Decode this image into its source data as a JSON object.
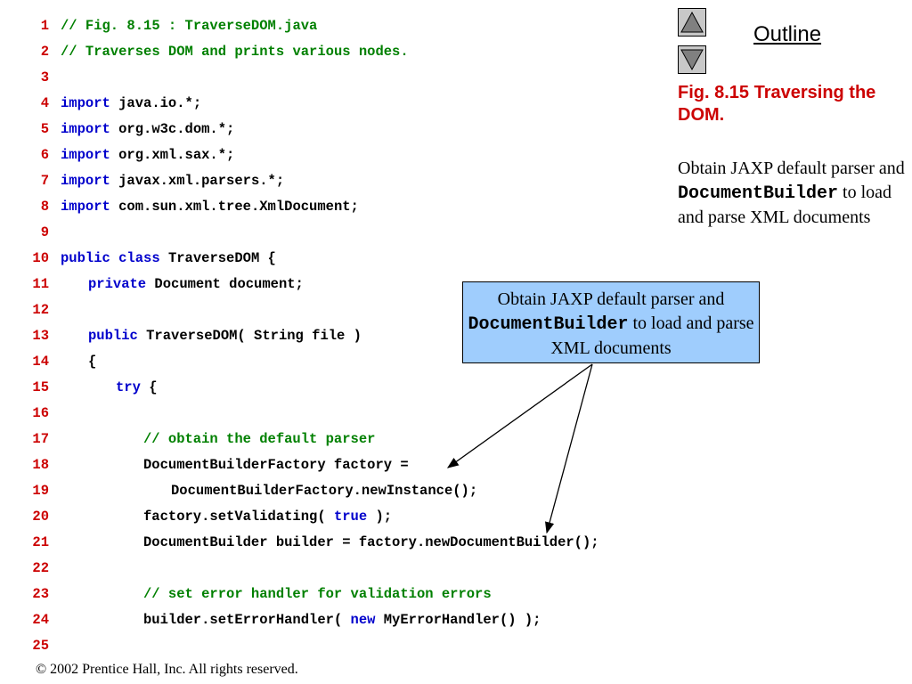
{
  "code_lines": [
    {
      "n": "1",
      "indent": 0,
      "parts": [
        {
          "t": "// Fig. 8.15 : TraverseDOM.java",
          "c": "cm"
        }
      ]
    },
    {
      "n": "2",
      "indent": 0,
      "parts": [
        {
          "t": "// Traverses DOM and prints various nodes.",
          "c": "cm"
        }
      ]
    },
    {
      "n": "3",
      "indent": 0,
      "parts": []
    },
    {
      "n": "4",
      "indent": 0,
      "parts": [
        {
          "t": "import",
          "c": "kw"
        },
        {
          "t": " java.io.*;",
          "c": ""
        }
      ]
    },
    {
      "n": "5",
      "indent": 0,
      "parts": [
        {
          "t": "import",
          "c": "kw"
        },
        {
          "t": " org.w3c.dom.*;",
          "c": ""
        }
      ]
    },
    {
      "n": "6",
      "indent": 0,
      "parts": [
        {
          "t": "import",
          "c": "kw"
        },
        {
          "t": " org.xml.sax.*;",
          "c": ""
        }
      ]
    },
    {
      "n": "7",
      "indent": 0,
      "parts": [
        {
          "t": "import",
          "c": "kw"
        },
        {
          "t": " javax.xml.parsers.*;",
          "c": ""
        }
      ]
    },
    {
      "n": "8",
      "indent": 0,
      "parts": [
        {
          "t": "import",
          "c": "kw"
        },
        {
          "t": " com.sun.xml.tree.XmlDocument;",
          "c": ""
        }
      ]
    },
    {
      "n": "9",
      "indent": 0,
      "parts": []
    },
    {
      "n": "10",
      "indent": 0,
      "parts": [
        {
          "t": "public",
          "c": "kw"
        },
        {
          "t": " ",
          "c": ""
        },
        {
          "t": "class",
          "c": "kw"
        },
        {
          "t": " TraverseDOM {",
          "c": ""
        }
      ]
    },
    {
      "n": "11",
      "indent": 1,
      "parts": [
        {
          "t": "private",
          "c": "kw"
        },
        {
          "t": " Document document;",
          "c": ""
        }
      ]
    },
    {
      "n": "12",
      "indent": 0,
      "parts": []
    },
    {
      "n": "13",
      "indent": 1,
      "parts": [
        {
          "t": "public",
          "c": "kw"
        },
        {
          "t": " TraverseDOM( String file )",
          "c": ""
        }
      ]
    },
    {
      "n": "14",
      "indent": 1,
      "parts": [
        {
          "t": "{",
          "c": ""
        }
      ]
    },
    {
      "n": "15",
      "indent": 2,
      "parts": [
        {
          "t": "try",
          "c": "kw"
        },
        {
          "t": " {",
          "c": ""
        }
      ]
    },
    {
      "n": "16",
      "indent": 0,
      "parts": []
    },
    {
      "n": "17",
      "indent": 3,
      "parts": [
        {
          "t": "// obtain the default parser",
          "c": "cm"
        }
      ]
    },
    {
      "n": "18",
      "indent": 3,
      "parts": [
        {
          "t": "DocumentBuilderFactory factory =",
          "c": ""
        }
      ]
    },
    {
      "n": "19",
      "indent": 4,
      "parts": [
        {
          "t": "DocumentBuilderFactory.newInstance();",
          "c": ""
        }
      ]
    },
    {
      "n": "20",
      "indent": 3,
      "parts": [
        {
          "t": "factory.setValidating( ",
          "c": ""
        },
        {
          "t": "true",
          "c": "kw"
        },
        {
          "t": " );",
          "c": ""
        }
      ]
    },
    {
      "n": "21",
      "indent": 3,
      "parts": [
        {
          "t": "DocumentBuilder builder = factory.newDocumentBuilder();",
          "c": ""
        }
      ]
    },
    {
      "n": "22",
      "indent": 0,
      "parts": []
    },
    {
      "n": "23",
      "indent": 3,
      "parts": [
        {
          "t": "// set error handler for validation errors",
          "c": "cm"
        }
      ]
    },
    {
      "n": "24",
      "indent": 3,
      "parts": [
        {
          "t": "builder.setErrorHandler( ",
          "c": ""
        },
        {
          "t": "new",
          "c": "kw"
        },
        {
          "t": " MyErrorHandler() );",
          "c": ""
        }
      ]
    },
    {
      "n": "25",
      "indent": 0,
      "parts": []
    }
  ],
  "nav": {
    "up_icon": "triangle-up-icon",
    "down_icon": "triangle-down-icon"
  },
  "outline_label": "Outline",
  "fig_title": "Fig. 8.15  Traversing the DOM.",
  "side_desc": {
    "pre": "Obtain JAXP default parser and ",
    "code": "DocumentBuilder",
    "post": " to load and parse XML documents"
  },
  "callout": {
    "pre": "Obtain JAXP default parser and ",
    "code": "DocumentBuilder",
    "post": " to load and parse XML documents"
  },
  "footer": "© 2002 Prentice Hall, Inc.  All rights reserved.",
  "colors": {
    "line_numbers": "#cc0000",
    "keyword": "#0000cc",
    "comment": "#008000",
    "fig_title": "#cc0000",
    "callout_bg": "#9fcdfd",
    "nav_button": "#c8c8c8"
  }
}
